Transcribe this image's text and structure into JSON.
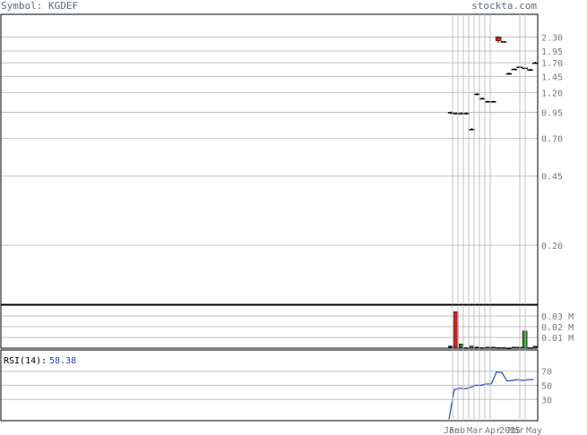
{
  "header": {
    "symbol_label": "Symbol: KGDEF",
    "brand": "stockta.com"
  },
  "chart_data": [
    {
      "type": "candlestick",
      "scale": "log",
      "ylim": [
        0.1,
        3.0
      ],
      "y_ticks": [
        "2.30",
        "1.95",
        "1.70",
        "1.45",
        "1.20",
        "0.95",
        "0.70",
        "0.45",
        "0.20"
      ],
      "y_tick_values": [
        2.3,
        1.95,
        1.7,
        1.45,
        1.2,
        0.95,
        0.7,
        0.45,
        0.2
      ],
      "x_tick_labels": [
        "Jan",
        "Feb",
        "Mar",
        "Apr",
        "2025",
        "Mar",
        "May"
      ],
      "grid": true,
      "candles": [
        {
          "o": 0.95,
          "h": 0.96,
          "l": 0.93,
          "c": 0.94,
          "color": "black"
        },
        {
          "o": 0.94,
          "h": 0.95,
          "l": 0.93,
          "c": 0.94,
          "color": "black"
        },
        {
          "o": 0.94,
          "h": 0.95,
          "l": 0.93,
          "c": 0.94,
          "color": "black"
        },
        {
          "o": 0.94,
          "h": 0.95,
          "l": 0.93,
          "c": 0.94,
          "color": "black"
        },
        {
          "o": 0.78,
          "h": 0.79,
          "l": 0.77,
          "c": 0.78,
          "color": "black"
        },
        {
          "o": 1.18,
          "h": 1.19,
          "l": 1.16,
          "c": 1.17,
          "color": "black"
        },
        {
          "o": 1.12,
          "h": 1.13,
          "l": 1.11,
          "c": 1.12,
          "color": "black"
        },
        {
          "o": 1.08,
          "h": 1.09,
          "l": 1.07,
          "c": 1.08,
          "color": "black"
        },
        {
          "o": 1.08,
          "h": 1.09,
          "l": 1.07,
          "c": 1.08,
          "color": "black"
        },
        {
          "o": 2.2,
          "h": 2.32,
          "l": 2.15,
          "c": 2.3,
          "color": "red"
        },
        {
          "o": 2.18,
          "h": 2.19,
          "l": 2.16,
          "c": 2.18,
          "color": "black"
        },
        {
          "o": 1.5,
          "h": 1.52,
          "l": 1.48,
          "c": 1.5,
          "color": "black"
        },
        {
          "o": 1.58,
          "h": 1.59,
          "l": 1.56,
          "c": 1.57,
          "color": "black"
        },
        {
          "o": 1.62,
          "h": 1.63,
          "l": 1.6,
          "c": 1.62,
          "color": "black"
        },
        {
          "o": 1.6,
          "h": 1.61,
          "l": 1.59,
          "c": 1.6,
          "color": "black"
        },
        {
          "o": 1.57,
          "h": 1.58,
          "l": 1.55,
          "c": 1.56,
          "color": "black"
        },
        {
          "o": 1.7,
          "h": 1.72,
          "l": 1.69,
          "c": 1.7,
          "color": "black"
        }
      ]
    },
    {
      "type": "bar",
      "ylim": [
        0,
        0.04
      ],
      "y_ticks": [
        "0.03 M",
        "0.02 M",
        "0.01 M"
      ],
      "y_tick_values": [
        0.03,
        0.02,
        0.01
      ],
      "values": [
        0.002,
        0.034,
        0.004,
        0.0005,
        0.002,
        0.001,
        0.0005,
        0.001,
        0.001,
        0.0005,
        0.0005,
        0.0003,
        0.001,
        0.001,
        0.016,
        0.0005,
        0.002
      ],
      "colors": [
        "black",
        "red",
        "green",
        "black",
        "green",
        "black",
        "black",
        "green",
        "green",
        "black",
        "black",
        "black",
        "green",
        "green",
        "green",
        "black",
        "green"
      ]
    },
    {
      "type": "line",
      "indicator_label": "RSI(14):",
      "indicator_value": "58.38",
      "ylim": [
        0,
        100
      ],
      "y_ticks": [
        "70",
        "50",
        "30"
      ],
      "y_tick_values": [
        70,
        50,
        30
      ],
      "values": [
        2,
        44,
        46,
        45,
        47,
        50,
        50,
        52,
        52,
        69,
        68,
        56,
        57,
        58,
        57,
        58,
        58.38
      ]
    }
  ],
  "colors": {
    "grid": "#c0c0c0",
    "border": "#000000",
    "candle_red": "#cc2222",
    "volume_green": "#1f7a1f",
    "rsi_line": "#2244cc",
    "rsi_value": "#2244cc"
  }
}
